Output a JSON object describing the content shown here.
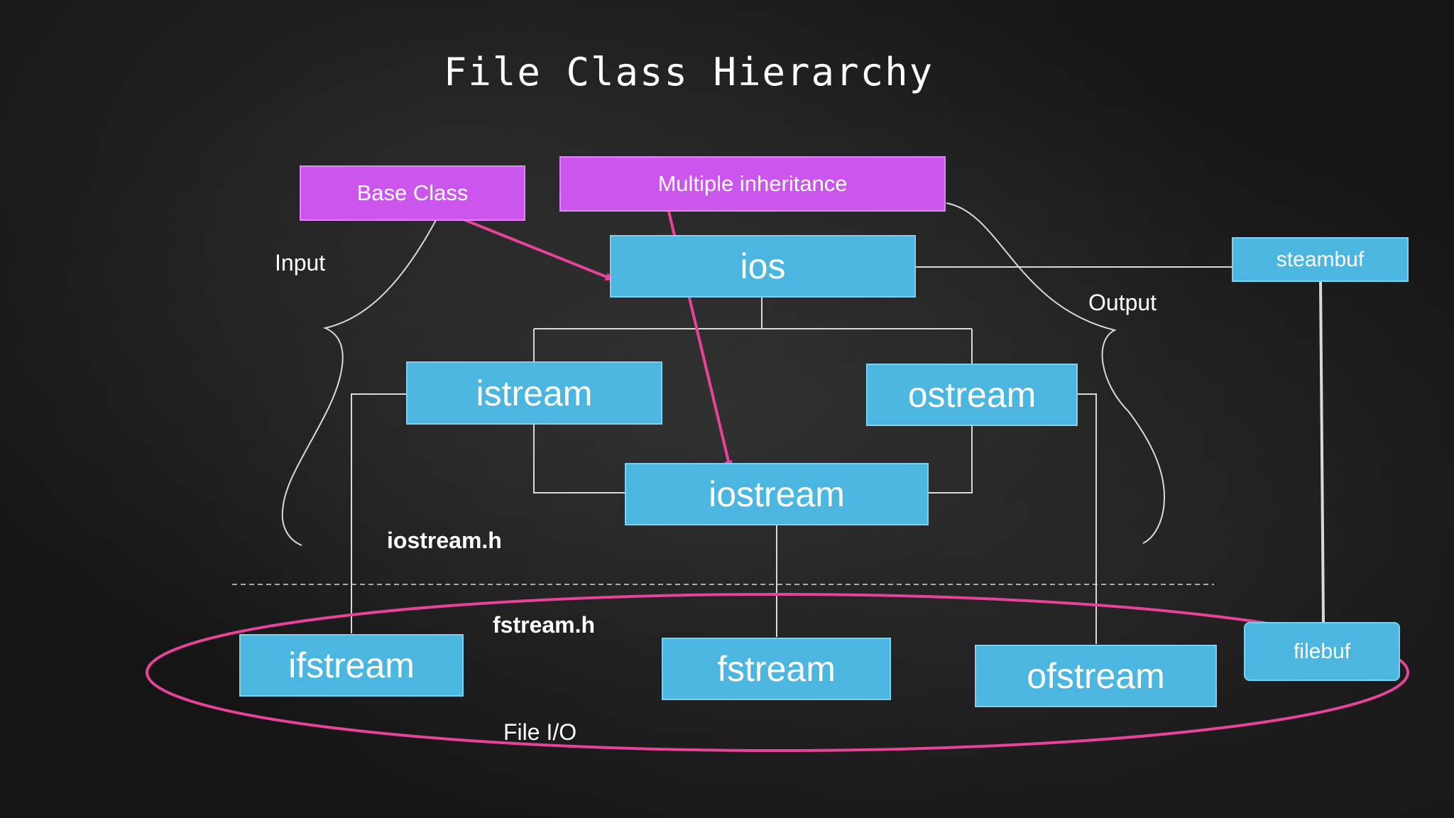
{
  "title": "File Class Hierarchy",
  "annotations": {
    "base_class": "Base Class",
    "multiple_inheritance": "Multiple inheritance"
  },
  "labels": {
    "input": "Input",
    "output": "Output",
    "iostream_header": "iostream.h",
    "fstream_header": "fstream.h",
    "file_io": "File I/O"
  },
  "classes": {
    "ios": "ios",
    "istream": "istream",
    "ostream": "ostream",
    "iostream": "iostream",
    "ifstream": "ifstream",
    "fstream": "fstream",
    "ofstream": "ofstream",
    "steambuf": "steambuf",
    "filebuf": "filebuf"
  },
  "colors": {
    "class_box": "#4bb6df",
    "annotation_box": "#cc55ee",
    "arrow": "#e8439a",
    "line": "#dddddd"
  }
}
